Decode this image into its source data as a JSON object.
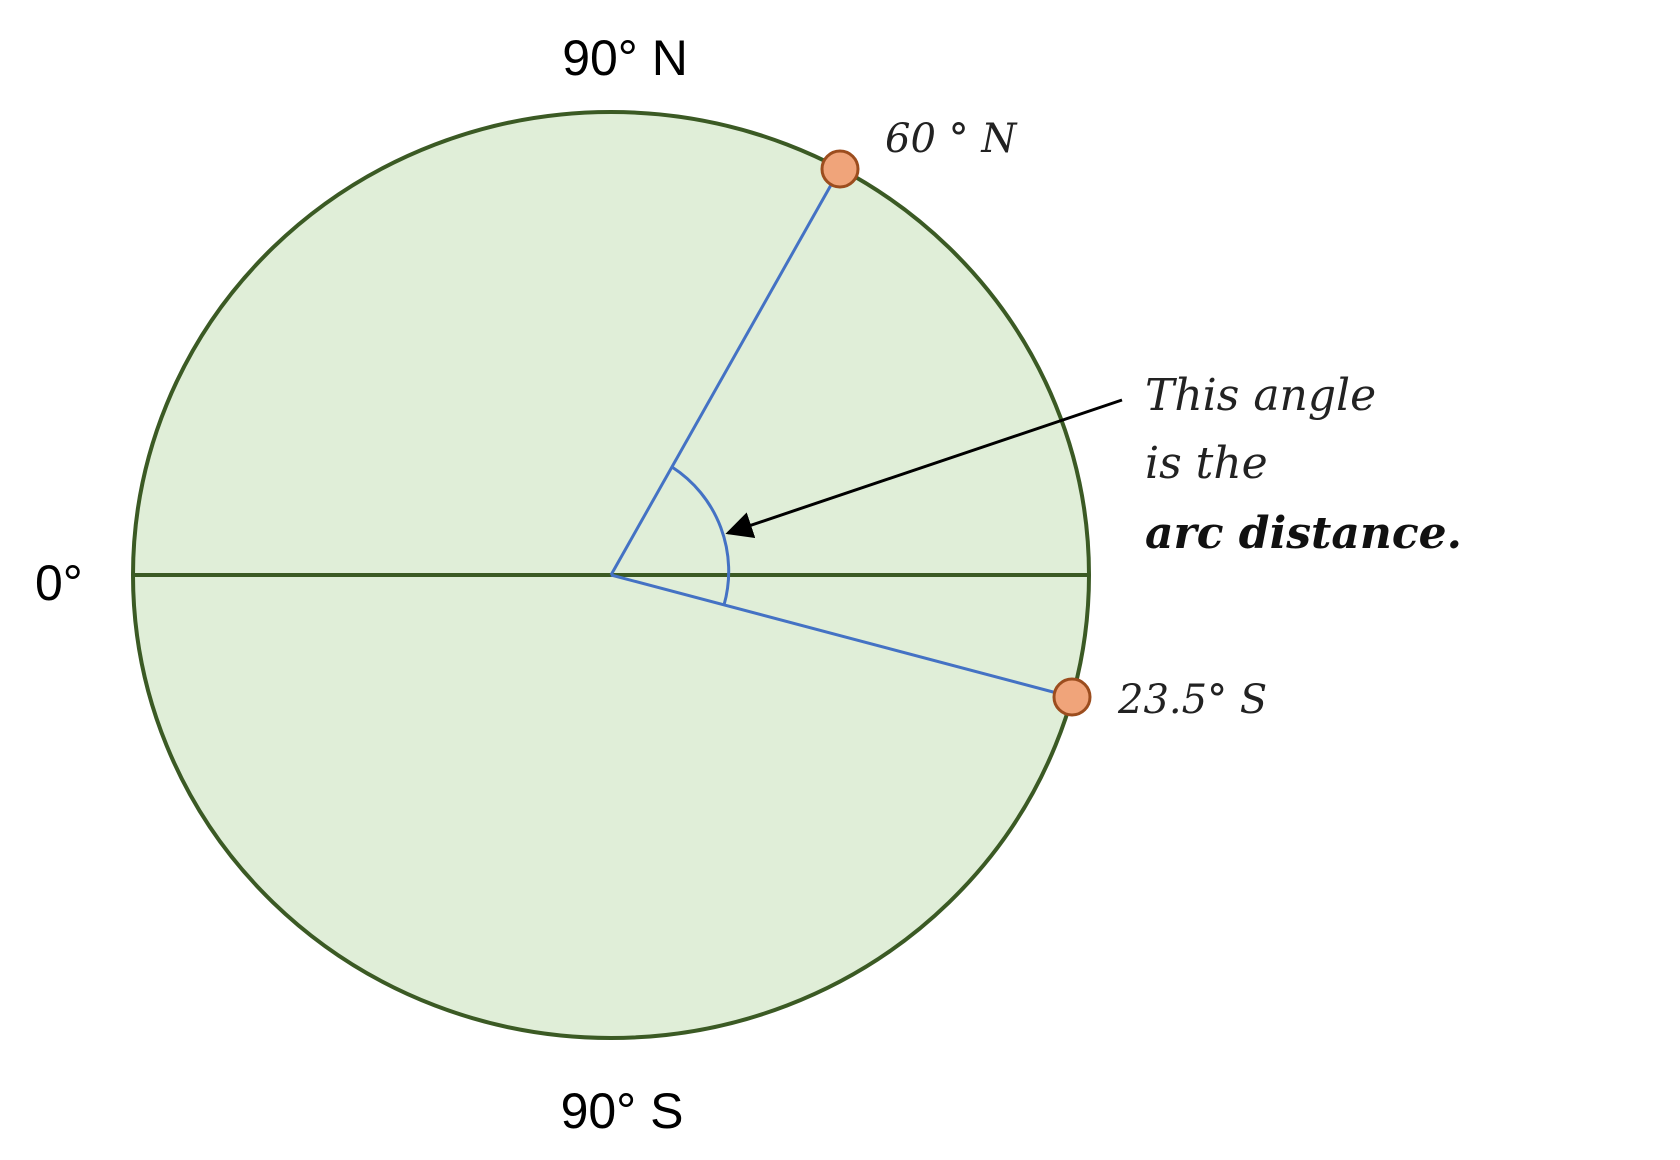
{
  "diagram": {
    "labels": {
      "north_pole": "90° N",
      "south_pole": "90° S",
      "equator": "0°"
    },
    "points": [
      {
        "name": "point-60n",
        "label": "60 ° N",
        "latitude_deg": 60
      },
      {
        "name": "point-23-5s",
        "label": "23.5° S",
        "latitude_deg": -23.5
      }
    ],
    "annotation": {
      "line1": "This angle",
      "line2": "is the",
      "line3": "arc distance."
    },
    "colors": {
      "circle_fill": "#e0eed8",
      "circle_stroke": "#3b5a24",
      "radius_line": "#4472c4",
      "point_fill": "#f0a47a",
      "point_stroke": "#9c4d1e",
      "arrow": "#000000"
    }
  }
}
